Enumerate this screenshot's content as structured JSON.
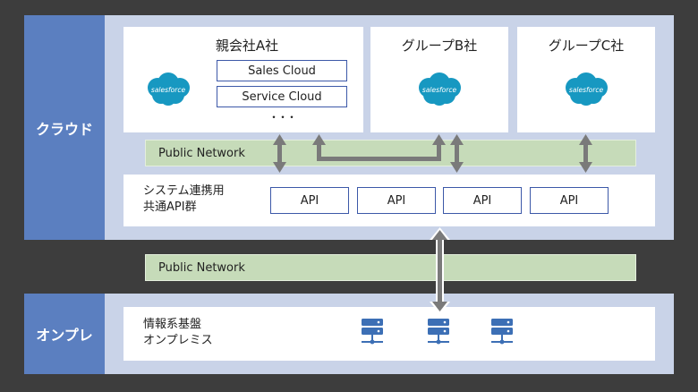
{
  "cloud": {
    "side_label": "クラウド",
    "parent": {
      "title": "親会社A社",
      "products": [
        "Sales Cloud",
        "Service Cloud"
      ],
      "more": "・・・",
      "logo_text": "salesforce"
    },
    "group_b": {
      "title": "グループB社",
      "logo_text": "salesforce"
    },
    "group_c": {
      "title": "グループC社",
      "logo_text": "salesforce"
    },
    "network_label": "Public Network",
    "api_platform": {
      "line1": "システム連携用",
      "line2": "共通API群",
      "apis": [
        "API",
        "API",
        "API",
        "API"
      ]
    }
  },
  "middle_network_label": "Public Network",
  "onprem": {
    "side_label": "オンプレ",
    "line1": "情報系基盤",
    "line2": "オンプレミス",
    "servers": [
      "server-icon",
      "server-icon",
      "server-icon"
    ]
  },
  "colors": {
    "side": "#5b7fc0",
    "region": "#c9d3e8",
    "network": "#c6dbb9",
    "arrow": "#7a7a7a",
    "salesforce": "#1798c1"
  }
}
